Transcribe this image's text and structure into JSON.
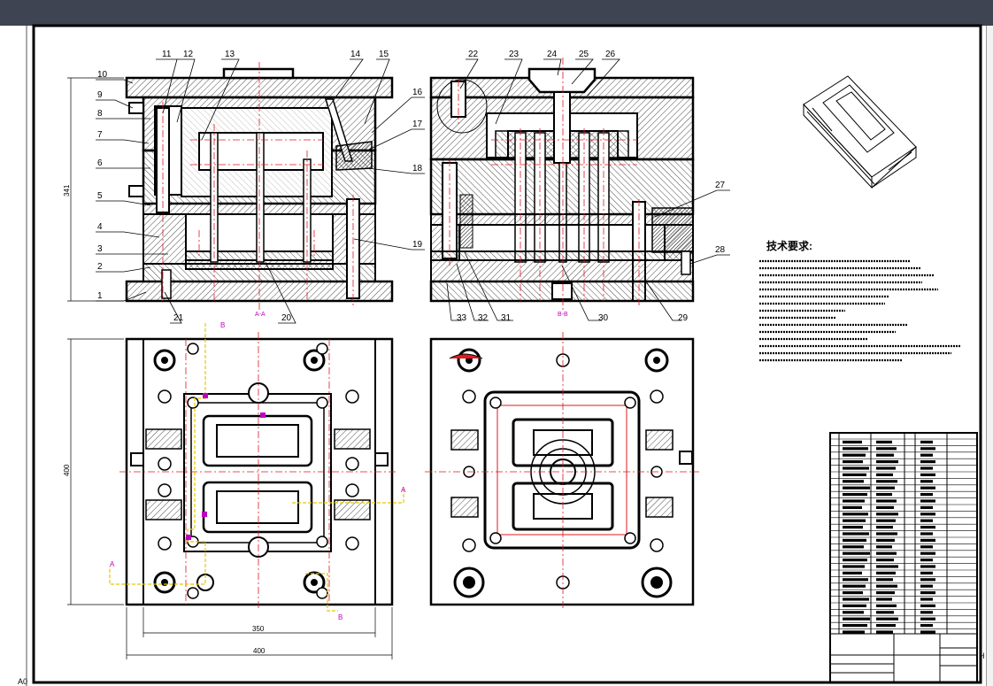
{
  "app": {
    "window_title": ""
  },
  "views": {
    "left_section_label": "A-A",
    "right_section_label": "B-B"
  },
  "callouts_left": [
    "1",
    "2",
    "3",
    "4",
    "5",
    "6",
    "7",
    "8",
    "9",
    "10",
    "11",
    "12",
    "13",
    "14",
    "15",
    "16",
    "17",
    "18",
    "19",
    "20",
    "21"
  ],
  "callouts_right": [
    "22",
    "23",
    "24",
    "25",
    "26",
    "27",
    "28",
    "29",
    "30",
    "31",
    "32",
    "33"
  ],
  "dimensions": {
    "height": "341",
    "plate_height": "400",
    "width_inner": "350",
    "width_outer": "400"
  },
  "cut_marks": {
    "a": "A",
    "b": "B"
  },
  "requirements": {
    "title": "技术要求:"
  },
  "corner_label": "A0",
  "title_block": {
    "h_mark": "H"
  },
  "colors": {
    "line": "#000000",
    "centerline": "#e0191f",
    "hatch": "#000000",
    "section_yellow": "#e6c700",
    "marker_magenta": "#c000c0",
    "chrome": "#3e4451"
  }
}
